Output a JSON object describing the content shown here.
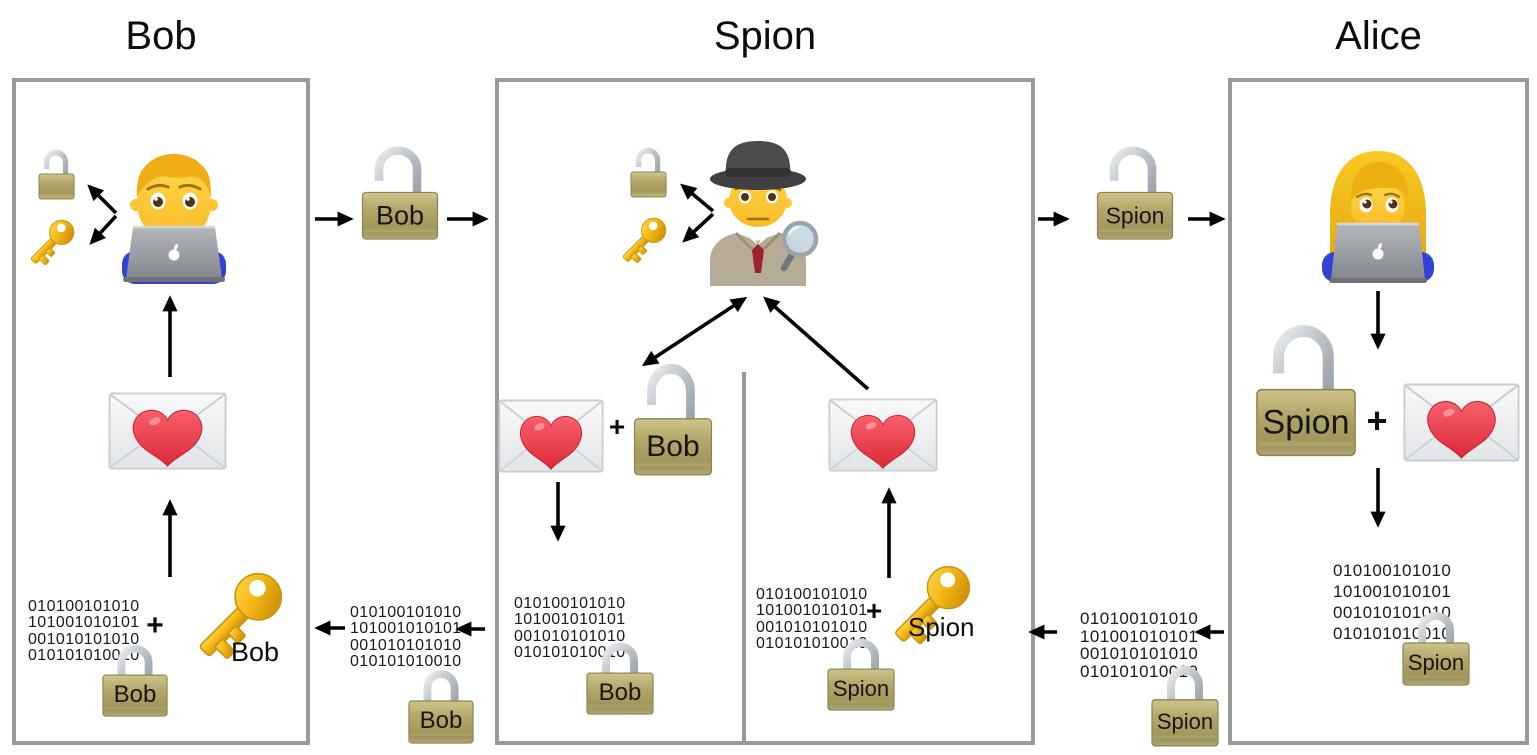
{
  "titles": {
    "bob": "Bob",
    "spion": "Spion",
    "alice": "Alice"
  },
  "lock_labels": {
    "bob": "Bob",
    "spion": "Spion"
  },
  "key_labels": {
    "bob": "Bob",
    "spion": "Spion"
  },
  "plus": "+",
  "binary": {
    "line1": "010100101010",
    "line2": "101001010101",
    "line3": "001010101010",
    "line4": "010101010010"
  },
  "icons": {
    "open_padlock": "🔓",
    "closed_padlock": "🔒",
    "key": "🔑",
    "love_letter": "💌",
    "man_technologist": "👨‍💻",
    "detective": "🕵️",
    "woman_technologist": "👩‍💻"
  },
  "colors": {
    "background": "#ffffff",
    "panel_border": "#9a9a9a",
    "arrow": "#000000",
    "text": "#111111",
    "binary_text": "#1a1a1a",
    "brass_light": "#d3c98f",
    "brass_dark": "#9a8f55",
    "shackle_silver": "#c3c9cf",
    "key_gold": "#f2b614",
    "heart_red": "#ee4351",
    "skin_yellow": "#ffc83d",
    "hair_blond": "#f0b429",
    "laptop_gray": "#97999d",
    "shirt_blue": "#3143d6",
    "coat_tan": "#b6ac96",
    "hat_gray": "#4b4a4d",
    "tie_red": "#9c2130"
  }
}
